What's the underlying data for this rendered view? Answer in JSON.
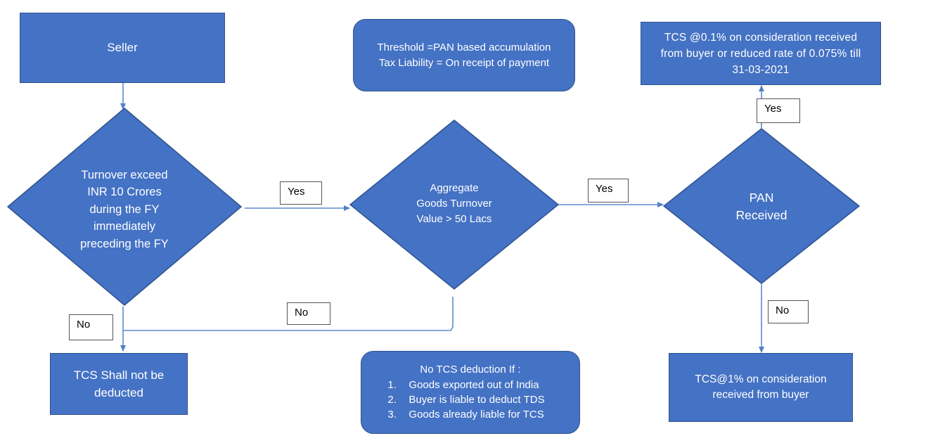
{
  "nodes": {
    "seller": {
      "text": "Seller"
    },
    "turnover": {
      "lines": [
        "Turnover exceed",
        "INR 10 Crores",
        "during the FY",
        "immediately",
        "preceding the FY"
      ]
    },
    "aggregate": {
      "lines": [
        "Aggregate",
        "Goods Turnover",
        "Value > 50 Lacs"
      ]
    },
    "pan": {
      "lines": [
        "PAN",
        "Received"
      ]
    },
    "threshold": {
      "lines": [
        "Threshold  =PAN based accumulation",
        "Tax Liability = On receipt of payment"
      ]
    },
    "tcs_reduced": {
      "lines": [
        "TCS @0.1% on consideration received",
        "from buyer or reduced rate of 0.075% till",
        "31-03-2021"
      ]
    },
    "tcs_not": {
      "lines": [
        "TCS Shall not be",
        "deducted"
      ]
    },
    "no_tcs": {
      "title": "No TCS deduction If :",
      "items": [
        {
          "num": "1.",
          "text": "Goods exported out of India"
        },
        {
          "num": "2.",
          "text": "Buyer is liable to deduct TDS"
        },
        {
          "num": "3.",
          "text": "Goods already liable for TCS"
        }
      ]
    },
    "tcs_1": {
      "lines": [
        "TCS@1% on consideration",
        "received from buyer"
      ]
    }
  },
  "labels": {
    "yes_turnover": "Yes",
    "yes_aggregate": "Yes",
    "yes_pan": "Yes",
    "no_turnover": "No",
    "no_aggregate": "No",
    "no_pan": "No"
  },
  "colors": {
    "fill": "#4472c4",
    "border": "#2f528f",
    "connector": "#5b8bd0",
    "text": "#ffffff"
  }
}
